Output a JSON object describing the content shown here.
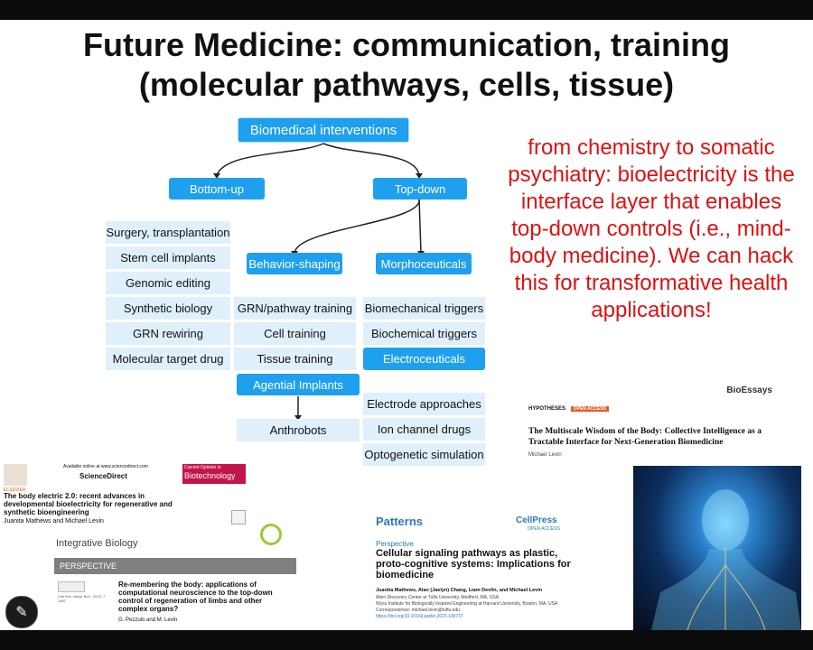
{
  "title": {
    "line1": "Future Medicine: communication, training",
    "line2": "(molecular pathways, cells, tissue)"
  },
  "diagram": {
    "root": "Biomedical interventions",
    "bottom_up": "Bottom-up",
    "top_down": "Top-down",
    "bottom_up_items": [
      "Surgery, transplantation",
      "Stem cell implants",
      "Genomic editing",
      "Synthetic biology",
      "GRN rewiring",
      "Molecular target drug"
    ],
    "behavior_shaping": "Behavior-shaping",
    "behavior_items": [
      "GRN/pathway training",
      "Cell training",
      "Tissue training"
    ],
    "agential_implants": "Agential Implants",
    "anthrobots": "Anthrobots",
    "morphoceuticals": "Morphoceuticals",
    "morpho_items": [
      "Biomechanical triggers",
      "Biochemical triggers"
    ],
    "electroceuticals": "Electroceuticals",
    "electro_items": [
      "Electrode approaches",
      "Ion channel drugs",
      "Optogenetic simulation"
    ]
  },
  "note": "from chemistry to somatic psychiatry: bioelectricity is the interface layer that enables top-down controls (i.e., mind-body medicine). We can hack this for transformative health applications!",
  "papers": {
    "bioessays": {
      "journal": "BioEssays",
      "section": "HYPOTHESES",
      "badge": "OPEN ACCESS",
      "title": "The Multiscale Wisdom of the Body: Collective Intelligence as a Tractable Interface for Next-Generation Biomedicine",
      "author": "Michael Levin"
    },
    "cob": {
      "available": "Available online at www.sciencedirect.com",
      "sciencedirect": "ScienceDirect",
      "journal_top": "Current Opinion in",
      "journal": "Biotechnology",
      "publisher": "ELSEVIER",
      "title": "The body electric 2.0: recent advances in developmental bioelectricity for regenerative and synthetic bioengineering",
      "authors": "Juanita Mathews and Michael Levin"
    },
    "ib": {
      "journal": "Integrative Biology",
      "section": "PERSPECTIVE",
      "title": "Re-membering the body: applications of computational neuroscience to the top-down control of regeneration of limbs and other complex organs?",
      "cite": "Cite this: Integr. Biol., 2015, 7, 1487",
      "authors": "G. Pezzulo and M. Levin"
    },
    "patterns": {
      "journal": "Patterns",
      "publisher": "CellPress",
      "oa": "OPEN ACCESS",
      "section": "Perspective",
      "title": "Cellular signaling pathways as plastic, proto-cognitive systems: Implications for biomedicine",
      "authors": "Juanita Mathews, Alan (Jaelyn) Chang, Liam Devlin, and Michael Levin",
      "aff1": "Allen Discovery Center at Tufts University, Medford, MA, USA",
      "aff2": "Wyss Institute for Biologically Inspired Engineering at Harvard University, Boston, MA, USA",
      "corr": "Correspondence: michael.levin@tufts.edu",
      "doi": "https://doi.org/10.1016/j.patter.2023.100737"
    }
  }
}
